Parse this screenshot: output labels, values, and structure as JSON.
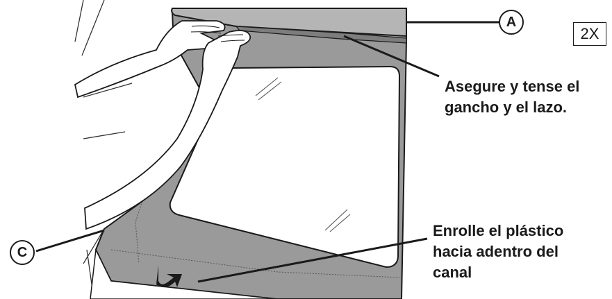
{
  "callouts": {
    "label_a": "A",
    "label_c": "C",
    "quantity": "2X",
    "secure_line1": "Asegure y tense el",
    "secure_line2": "gancho y el lazo.",
    "roll_line1": "Enrolle el plástico",
    "roll_line2": "hacia adentro del",
    "roll_line3": "canal"
  },
  "colors": {
    "panel_gray": "#9a9a9a",
    "window_white": "#ffffff",
    "outline": "#1a1a1a",
    "frame_gray": "#b5b5b5"
  }
}
